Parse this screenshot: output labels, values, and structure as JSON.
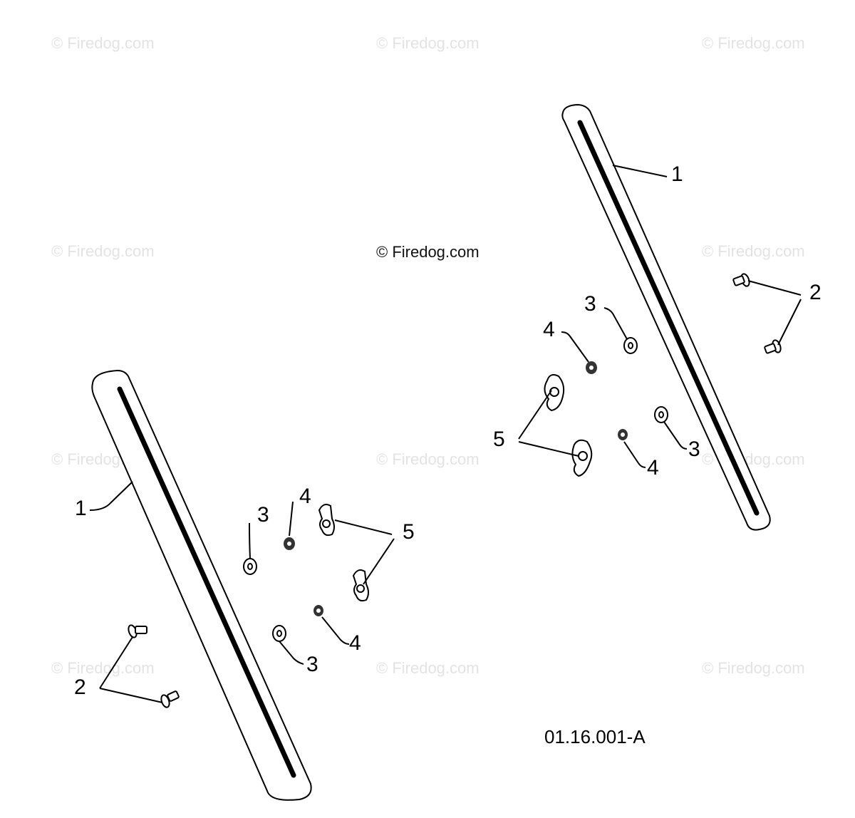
{
  "watermark": "© Firedog.com",
  "drawing_code": "01.16.001-A",
  "callouts": {
    "part_1": "1",
    "part_2": "2",
    "part_3": "3",
    "part_4": "4",
    "part_5": "5"
  },
  "colors": {
    "line": "#000000",
    "watermark_faint": "#e3e3e3",
    "background": "#ffffff"
  }
}
